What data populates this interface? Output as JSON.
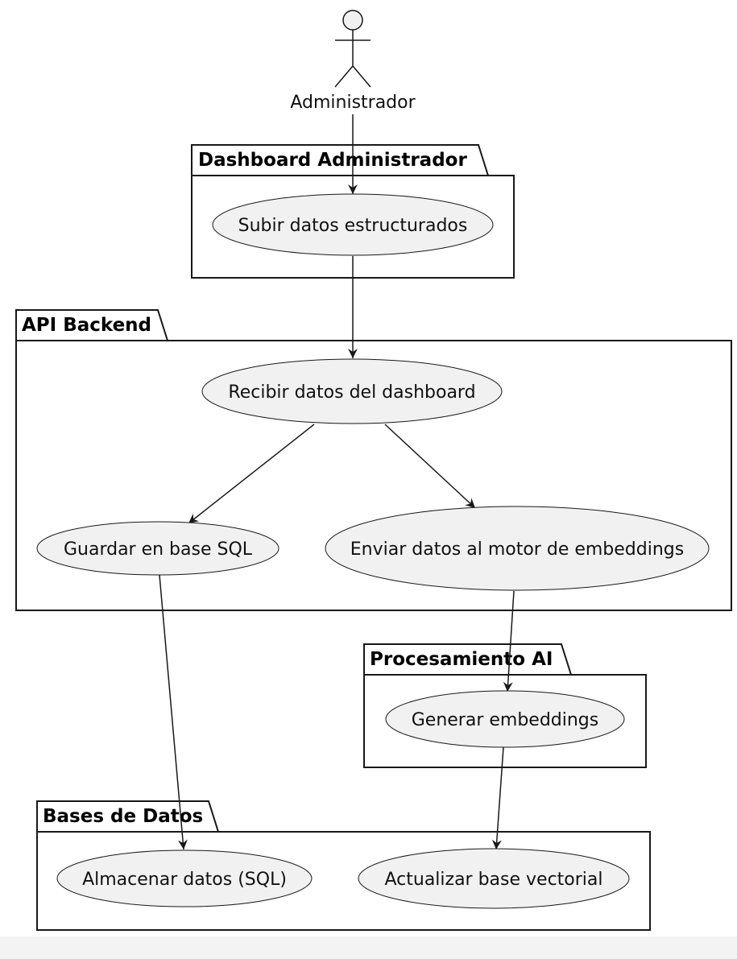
{
  "actor": {
    "name": "Administrador",
    "icon": "stick-figure-icon"
  },
  "packages": {
    "dashboard": {
      "title": "Dashboard Administrador",
      "use_cases": {
        "upload": "Subir datos estructurados"
      }
    },
    "api": {
      "title": "API Backend",
      "use_cases": {
        "receive": "Recibir datos del dashboard",
        "save_sql": "Guardar en base SQL",
        "send_embeddings": "Enviar datos al motor de embeddings"
      }
    },
    "ai": {
      "title": "Procesamiento AI",
      "use_cases": {
        "generate": "Generar embeddings"
      }
    },
    "db": {
      "title": "Bases de Datos",
      "use_cases": {
        "store_sql": "Almacenar datos (SQL)",
        "update_vector": "Actualizar base vectorial"
      }
    }
  },
  "colors": {
    "background": "#f3f3f3",
    "canvas": "#ffffff",
    "use_case_fill": "#f1f1f1",
    "border": "#181818"
  }
}
